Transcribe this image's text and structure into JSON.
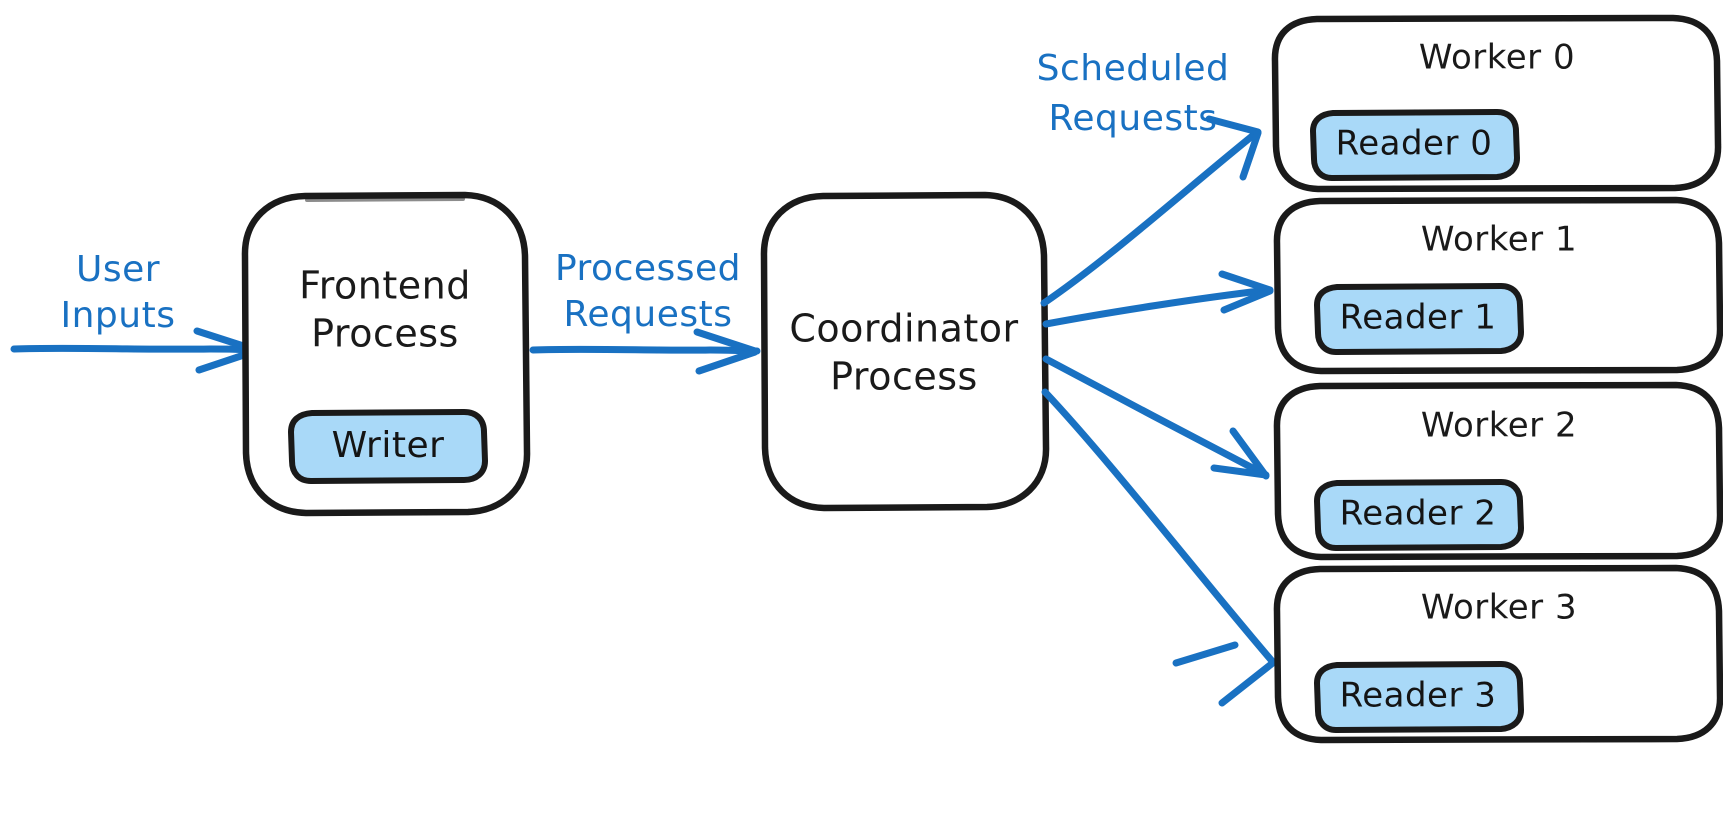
{
  "diagram": {
    "title": "Frontend / Coordinator / Worker process architecture",
    "colors": {
      "stroke": "#1a1a1a",
      "accent": "#1971c2",
      "reader_fill": "#a9d9f8",
      "writer_fill": "#a9d9f8",
      "background": "#ffffff"
    },
    "nodes": {
      "frontend": {
        "line1": "Frontend",
        "line2": "Process",
        "inner": "Writer"
      },
      "coordinator": {
        "line1": "Coordinator",
        "line2": "Process"
      }
    },
    "workers": [
      {
        "title": "Worker 0",
        "reader": "Reader 0"
      },
      {
        "title": "Worker 1",
        "reader": "Reader 1"
      },
      {
        "title": "Worker 2",
        "reader": "Reader 2"
      },
      {
        "title": "Worker 3",
        "reader": "Reader 3"
      }
    ],
    "edges": {
      "user_inputs": {
        "line1": "User",
        "line2": "Inputs"
      },
      "processed_requests": {
        "line1": "Processed",
        "line2": "Requests"
      },
      "scheduled_requests": {
        "line1": "Scheduled",
        "line2": "Requests"
      }
    }
  }
}
